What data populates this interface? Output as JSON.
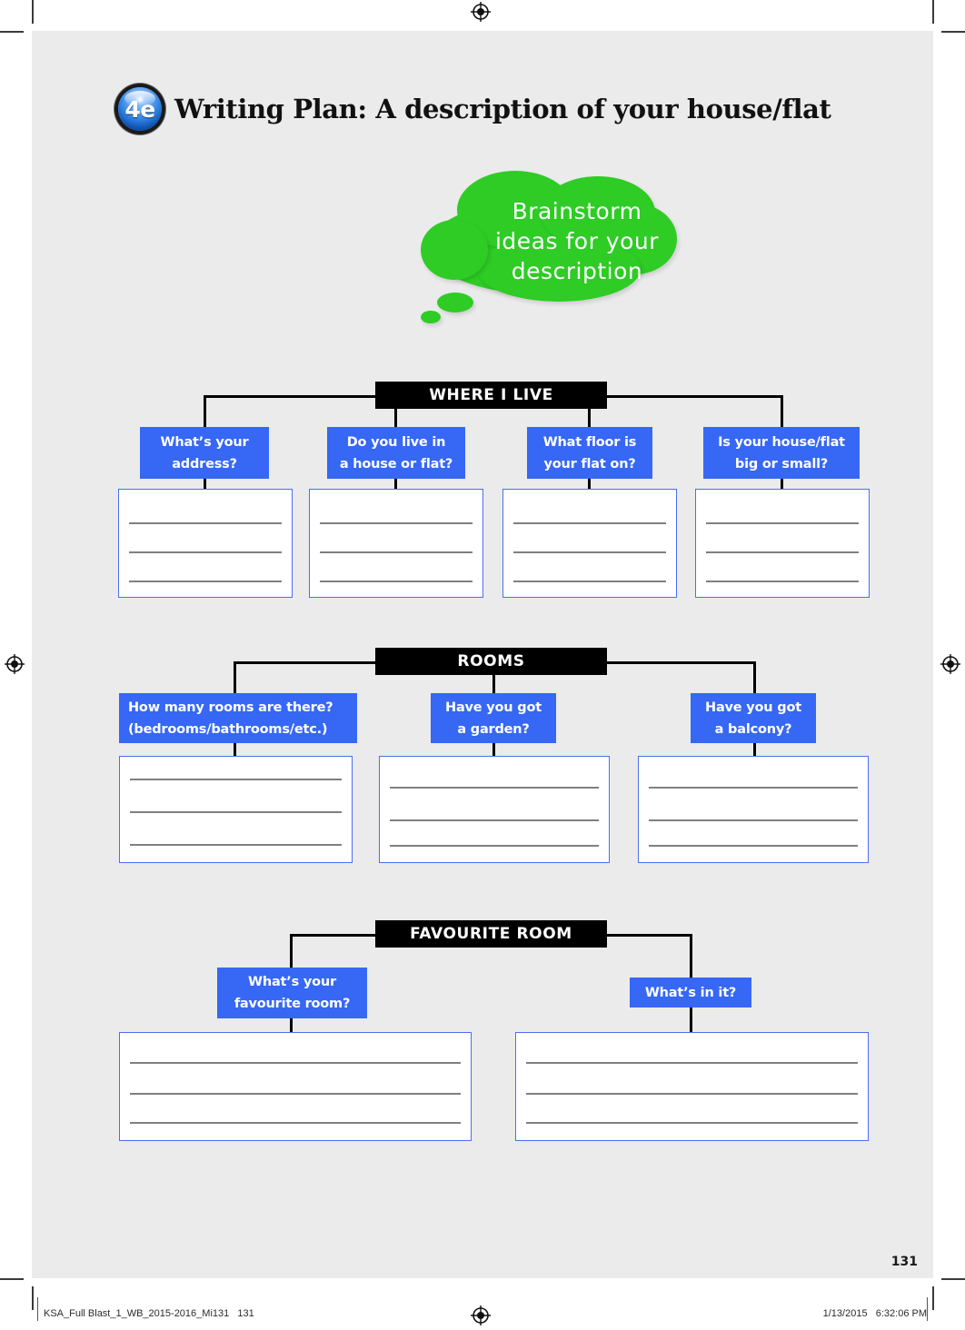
{
  "header": {
    "badge": "4e",
    "title_bold": "Writing Plan:",
    "title_rest": " A description of your house/flat"
  },
  "bubble": {
    "text": "Brainstorm\nideas for your\ndescription"
  },
  "sections": [
    {
      "id": "where-i-live",
      "heading": "WHERE I LIVE",
      "questions": [
        {
          "label": "What’s your\naddress?",
          "lines": 3
        },
        {
          "label": "Do you live in\na house or flat?",
          "lines": 3
        },
        {
          "label": "What floor is\nyour flat on?",
          "lines": 3
        },
        {
          "label": "Is your house/flat\nbig or small?",
          "lines": 3
        }
      ]
    },
    {
      "id": "rooms",
      "heading": "ROOMS",
      "questions": [
        {
          "label": "How many rooms are there?\n(bedrooms/bathrooms/etc.)",
          "lines": 3
        },
        {
          "label": "Have you got\na garden?",
          "lines": 3
        },
        {
          "label": "Have you got\na balcony?",
          "lines": 3
        }
      ]
    },
    {
      "id": "favourite-room",
      "heading": "FAVOURITE ROOM",
      "questions": [
        {
          "label": "What’s your\nfavourite room?",
          "lines": 3
        },
        {
          "label": "What’s in it?",
          "lines": 3
        }
      ]
    }
  ],
  "footer": {
    "page_number": "131",
    "job_name": "KSA_Full Blast_1_WB_2015-2016_Mi131   131",
    "timestamp": "1/13/2015   6:32:06 PM"
  },
  "colors": {
    "question_blue": "#3667f5",
    "answer_border_blue": "#4a6ff0",
    "heading_black": "#000000",
    "bubble_green": "#2ecc25",
    "paper": "#ebebeb"
  }
}
